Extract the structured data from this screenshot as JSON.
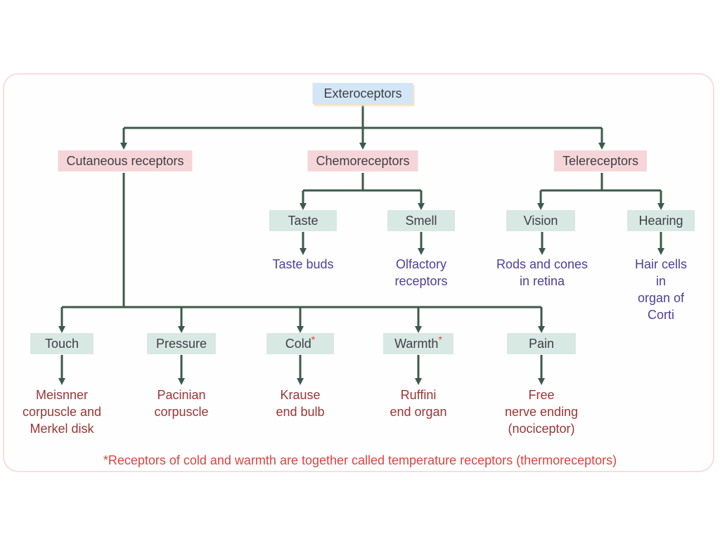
{
  "diagram": {
    "root": {
      "label": "Exteroceptors"
    },
    "categories": [
      {
        "id": "cutaneous",
        "label": "Cutaneous receptors"
      },
      {
        "id": "chemo",
        "label": "Chemoreceptors"
      },
      {
        "id": "tele",
        "label": "Telereceptors"
      }
    ],
    "chemo_children": [
      {
        "label": "Taste",
        "receptor": "Taste buds"
      },
      {
        "label": "Smell",
        "receptor": "Olfactory\nreceptors"
      }
    ],
    "tele_children": [
      {
        "label": "Vision",
        "receptor": "Rods and cones\nin retina"
      },
      {
        "label": "Hearing",
        "receptor": "Hair cells in\norgan of Corti"
      }
    ],
    "cutaneous_children": [
      {
        "label": "Touch",
        "asterisk": "",
        "receptor": "Meisnner\ncorpuscle and\nMerkel disk"
      },
      {
        "label": "Pressure",
        "asterisk": "",
        "receptor": "Pacinian\ncorpuscle"
      },
      {
        "label": "Cold",
        "asterisk": "*",
        "receptor": "Krause\nend bulb"
      },
      {
        "label": "Warmth",
        "asterisk": "*",
        "receptor": "Ruffini\nend organ"
      },
      {
        "label": "Pain",
        "asterisk": "",
        "receptor": "Free\nnerve ending\n(nociceptor)"
      }
    ],
    "footnote": "*Receptors of cold and warmth are together called temperature receptors (thermoreceptors)",
    "colors": {
      "line": "#3d5a4c",
      "root_box": "#d3e6f5",
      "category_box": "#f6d5d8",
      "sense_box": "#d8e8e3",
      "special_receptor_text": "#4d3f9a",
      "cutaneous_receptor_text": "#9a3535",
      "footnote_text": "#d9443f"
    }
  }
}
